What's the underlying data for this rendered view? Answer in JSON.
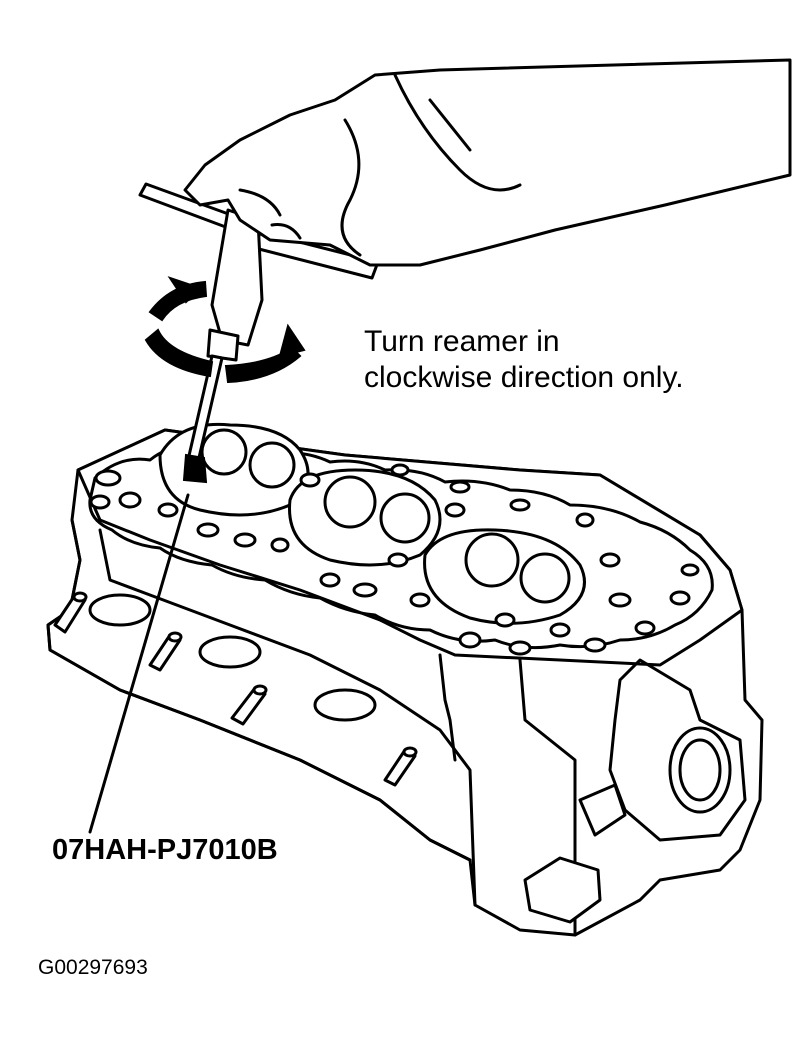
{
  "figure": {
    "note_lines": [
      "Turn reamer in",
      "clockwise direction only."
    ],
    "tool_number": "07HAH-PJ7010B",
    "figure_id": "G00297693"
  }
}
